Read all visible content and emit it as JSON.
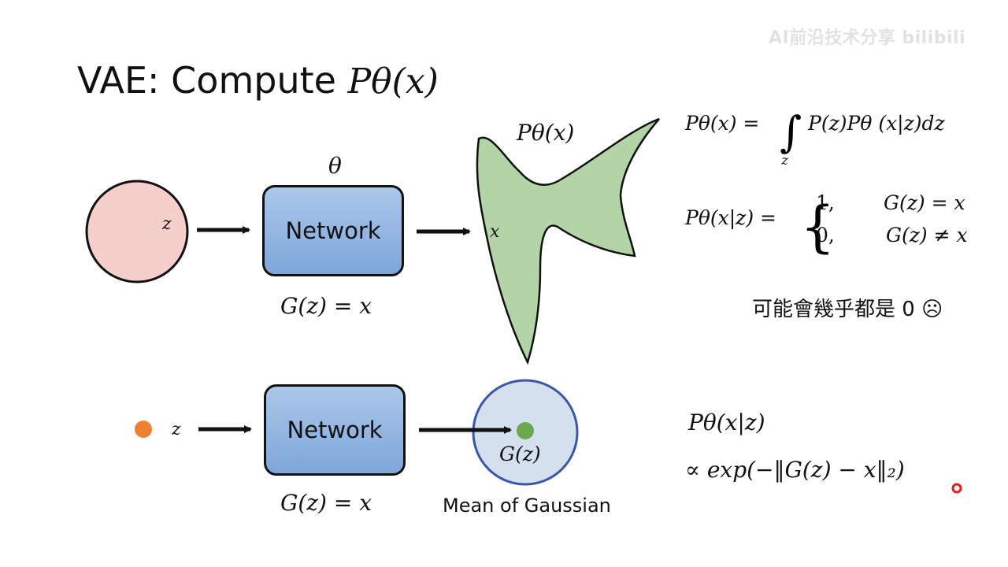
{
  "slide": {
    "title": "VAE: Compute",
    "title_math": "Pθ(x)",
    "watermark": "AI前沿技术分享 bilibili"
  },
  "top": {
    "z_label": "z",
    "theta_label": "θ",
    "network_label": "Network",
    "g_label": "G(z) = x",
    "dist_label": "Pθ(x)",
    "x_label": "x"
  },
  "bottom": {
    "z_label": "z",
    "network_label": "Network",
    "g_label": "G(z) = x",
    "gz_label": "G(z)",
    "gaussian_caption": "Mean of Gaussian"
  },
  "equations": {
    "integral_lhs": "Pθ(x) =",
    "integral_sub": "z",
    "integral_rhs": "P(z)Pθ (x|z)dz",
    "cond_lhs": "Pθ(x|z) =",
    "case1_val": "1,",
    "case1_cond": "G(z) = x",
    "case2_val": "0,",
    "case2_cond": "G(z) ≠ x",
    "note": "可能會幾乎都是 0 ☹",
    "gauss_line1": "Pθ(x|z)",
    "gauss_line2": "∝ exp(−‖G(z) − x‖₂)"
  },
  "colors": {
    "red_circle_fill": "#f6cfcc",
    "green_shape_fill": "#b3d4a6",
    "gaussian_fill": "#d5e0ee",
    "gaussian_stroke": "#3a56a8",
    "orange_dot": "#ef7f32",
    "green_dot": "#6aa84f",
    "network_fill": "#8fb3e0"
  }
}
